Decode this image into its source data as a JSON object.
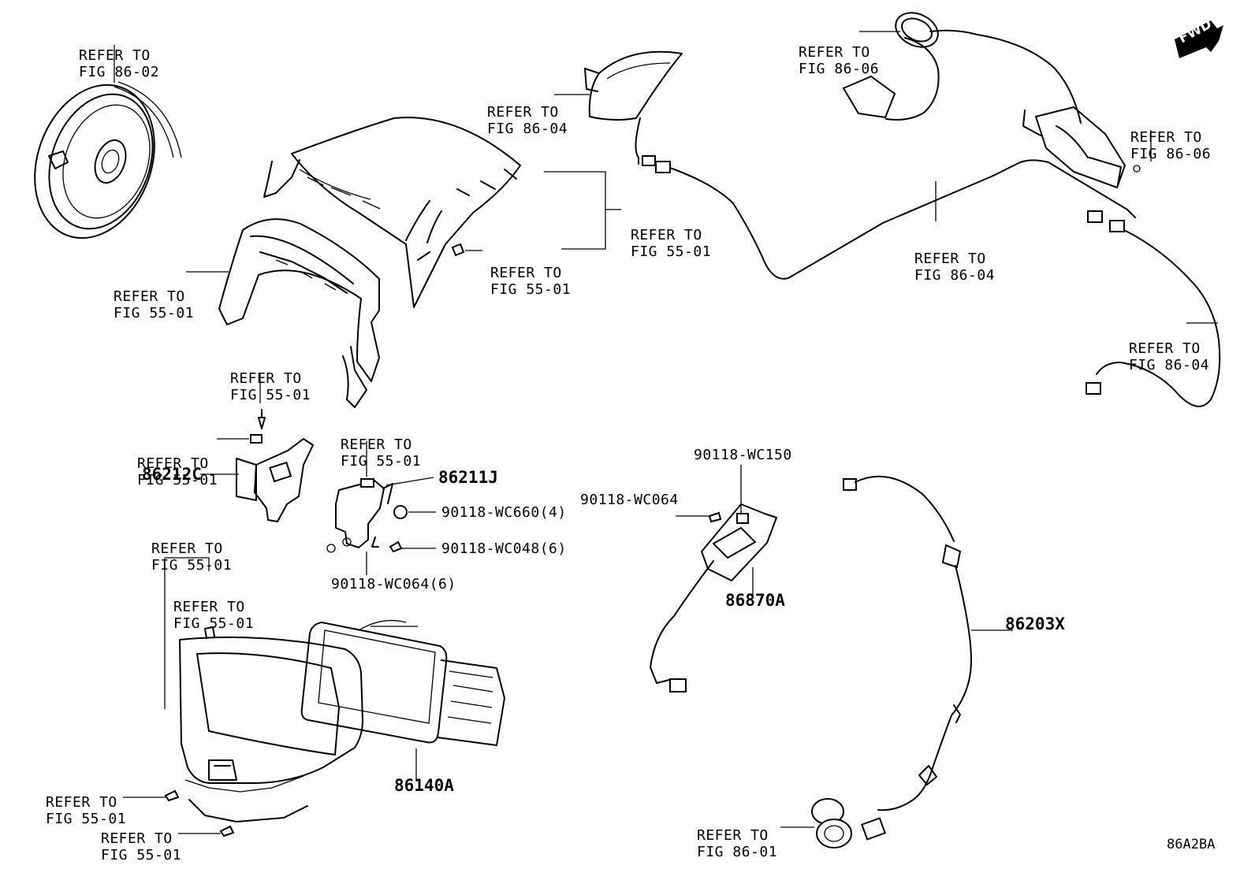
{
  "diagram": {
    "refs": [
      {
        "line1": "REFER TO",
        "line2": "FIG 86-02"
      },
      {
        "line1": "REFER TO",
        "line2": "FIG 86-04"
      },
      {
        "line1": "REFER TO",
        "line2": "FIG 86-06"
      },
      {
        "line1": "REFER TO",
        "line2": "FIG 86-06"
      },
      {
        "line1": "REFER TO",
        "line2": "FIG 55-01"
      },
      {
        "line1": "REFER TO",
        "line2": "FIG 55-01"
      },
      {
        "line1": "REFER TO",
        "line2": "FIG 86-04"
      },
      {
        "line1": "REFER TO",
        "line2": "FIG 55-01"
      },
      {
        "line1": "REFER TO",
        "line2": "FIG 86-04"
      },
      {
        "line1": "REFER TO",
        "line2": "FIG 55-01"
      },
      {
        "line1": "REFER TO",
        "line2": "FIG 55-01"
      },
      {
        "line1": "REFER TO",
        "line2": "FIG 55-01"
      },
      {
        "line1": "REFER TO",
        "line2": "FIG 55-01"
      },
      {
        "line1": "REFER TO",
        "line2": "FIG 55-01"
      },
      {
        "line1": "REFER TO",
        "line2": "FIG 55-01"
      },
      {
        "line1": "REFER TO",
        "line2": "FIG 55-01"
      },
      {
        "line1": "REFER TO",
        "line2": "FIG 86-01"
      }
    ],
    "parts": [
      "86212C",
      "86211J",
      "90118-WC660(4)",
      "90118-WC048(6)",
      "90118-WC064(6)",
      "90118-WC150",
      "90118-WC064",
      "86870A",
      "86203X",
      "86140A"
    ],
    "fwd": "FWD",
    "ref_code": "86A2BA"
  }
}
